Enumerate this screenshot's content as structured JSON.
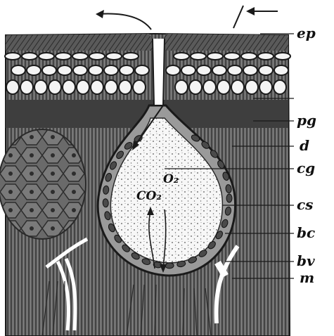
{
  "labels": {
    "ep": "ep",
    "pg": "pg",
    "d": "d",
    "cg": "cg",
    "cs": "cs",
    "bc": "bc",
    "bv": "bv",
    "m": "m",
    "co2": "CO₂",
    "o2": "O₂"
  },
  "colors": {
    "ink": "#1a1a1a",
    "tissue_dark": "#3a3a3a",
    "tissue_mid": "#6e6e6e",
    "cell_fill": "#f4f4f4",
    "background": "#ffffff"
  }
}
